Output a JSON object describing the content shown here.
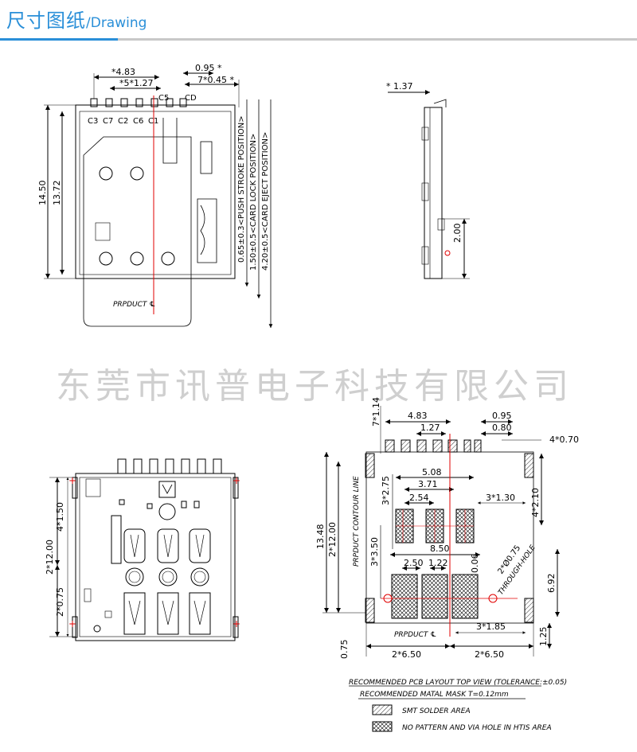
{
  "header": {
    "title": "尺寸图纸",
    "subtitle": "/Drawing"
  },
  "watermark": "东莞市讯普电子科技有限公司",
  "top_view": {
    "dim_pitch_start": "*4.83",
    "dim_pitch": "*5*1.27",
    "dim_cd": "0.95 *",
    "dim_right": "7*0.45 *",
    "pin_labels": [
      "C3",
      "C7",
      "C2",
      "C6",
      "C1"
    ],
    "pin_c5": "C5",
    "pin_cd": "CD",
    "height_outer": "14.50",
    "height_inner": "13.72",
    "pos_push": "0.65±0.3<PUSH STROKE POSITION>",
    "pos_lock": "1.50±0.5<CARD LOCK POSITION>",
    "pos_eject": "4.20±0.5<CARD EJECT POSITION>",
    "product_label": "PRPDUCT ℄"
  },
  "side_view": {
    "dim_thickness": "* 1.37",
    "dim_height": "2.00"
  },
  "bottom_view": {
    "dim_upper": "4*1.50",
    "dim_total": "2*12.00",
    "dim_lower": "2*0.75"
  },
  "pcb_layout": {
    "top_dims": [
      "4.83",
      "1.27",
      "0.95",
      "0.80"
    ],
    "dim_pad_h": "7*1.14",
    "dim_pad_w": "4*0.70",
    "dim_508": "5.08",
    "dim_371": "3.71",
    "dim_254": "2.54",
    "dim_3x130": "3*1.30",
    "dim_3x275": "3*2.75",
    "dim_4x210": "4*2.10",
    "dim_1348": "13.48",
    "dim_2x1200": "2*12.00",
    "contour_label": "PRPDUCT CONTOUR LINE",
    "dim_350": "3*3.50",
    "dim_850": "8.50",
    "dim_250": "2.50",
    "dim_122": "1.22",
    "dim_006": "0.06",
    "dim_hole": "2*Ø0.75",
    "hole_label": "THROUGH-HOLE",
    "dim_692": "6.92",
    "dim_3x185": "3*1.85",
    "product_label": "PRPDUCT ℄",
    "dim_075": "0.75",
    "dim_650_left": "2*6.50",
    "dim_650_right": "2*6.50",
    "dim_125": "1.25",
    "caption_1": "RECOMMENDED PCB LAYOUT TOP VIEW (TOLERANCE:±0.05)",
    "caption_2": "RECOMMENDED MATAL MASK T=0.12mm",
    "legend": [
      {
        "label": "SMT SOLDER AREA",
        "pattern": "hatch"
      },
      {
        "label": "NO PATTERN AND VIA HOLE IN HTIS AREA",
        "pattern": "cross"
      }
    ]
  },
  "colors": {
    "accent": "#2a8fd8",
    "rule": "#c8c8c8",
    "centerline": "#e00000",
    "watermark": "#cfcfcf"
  }
}
